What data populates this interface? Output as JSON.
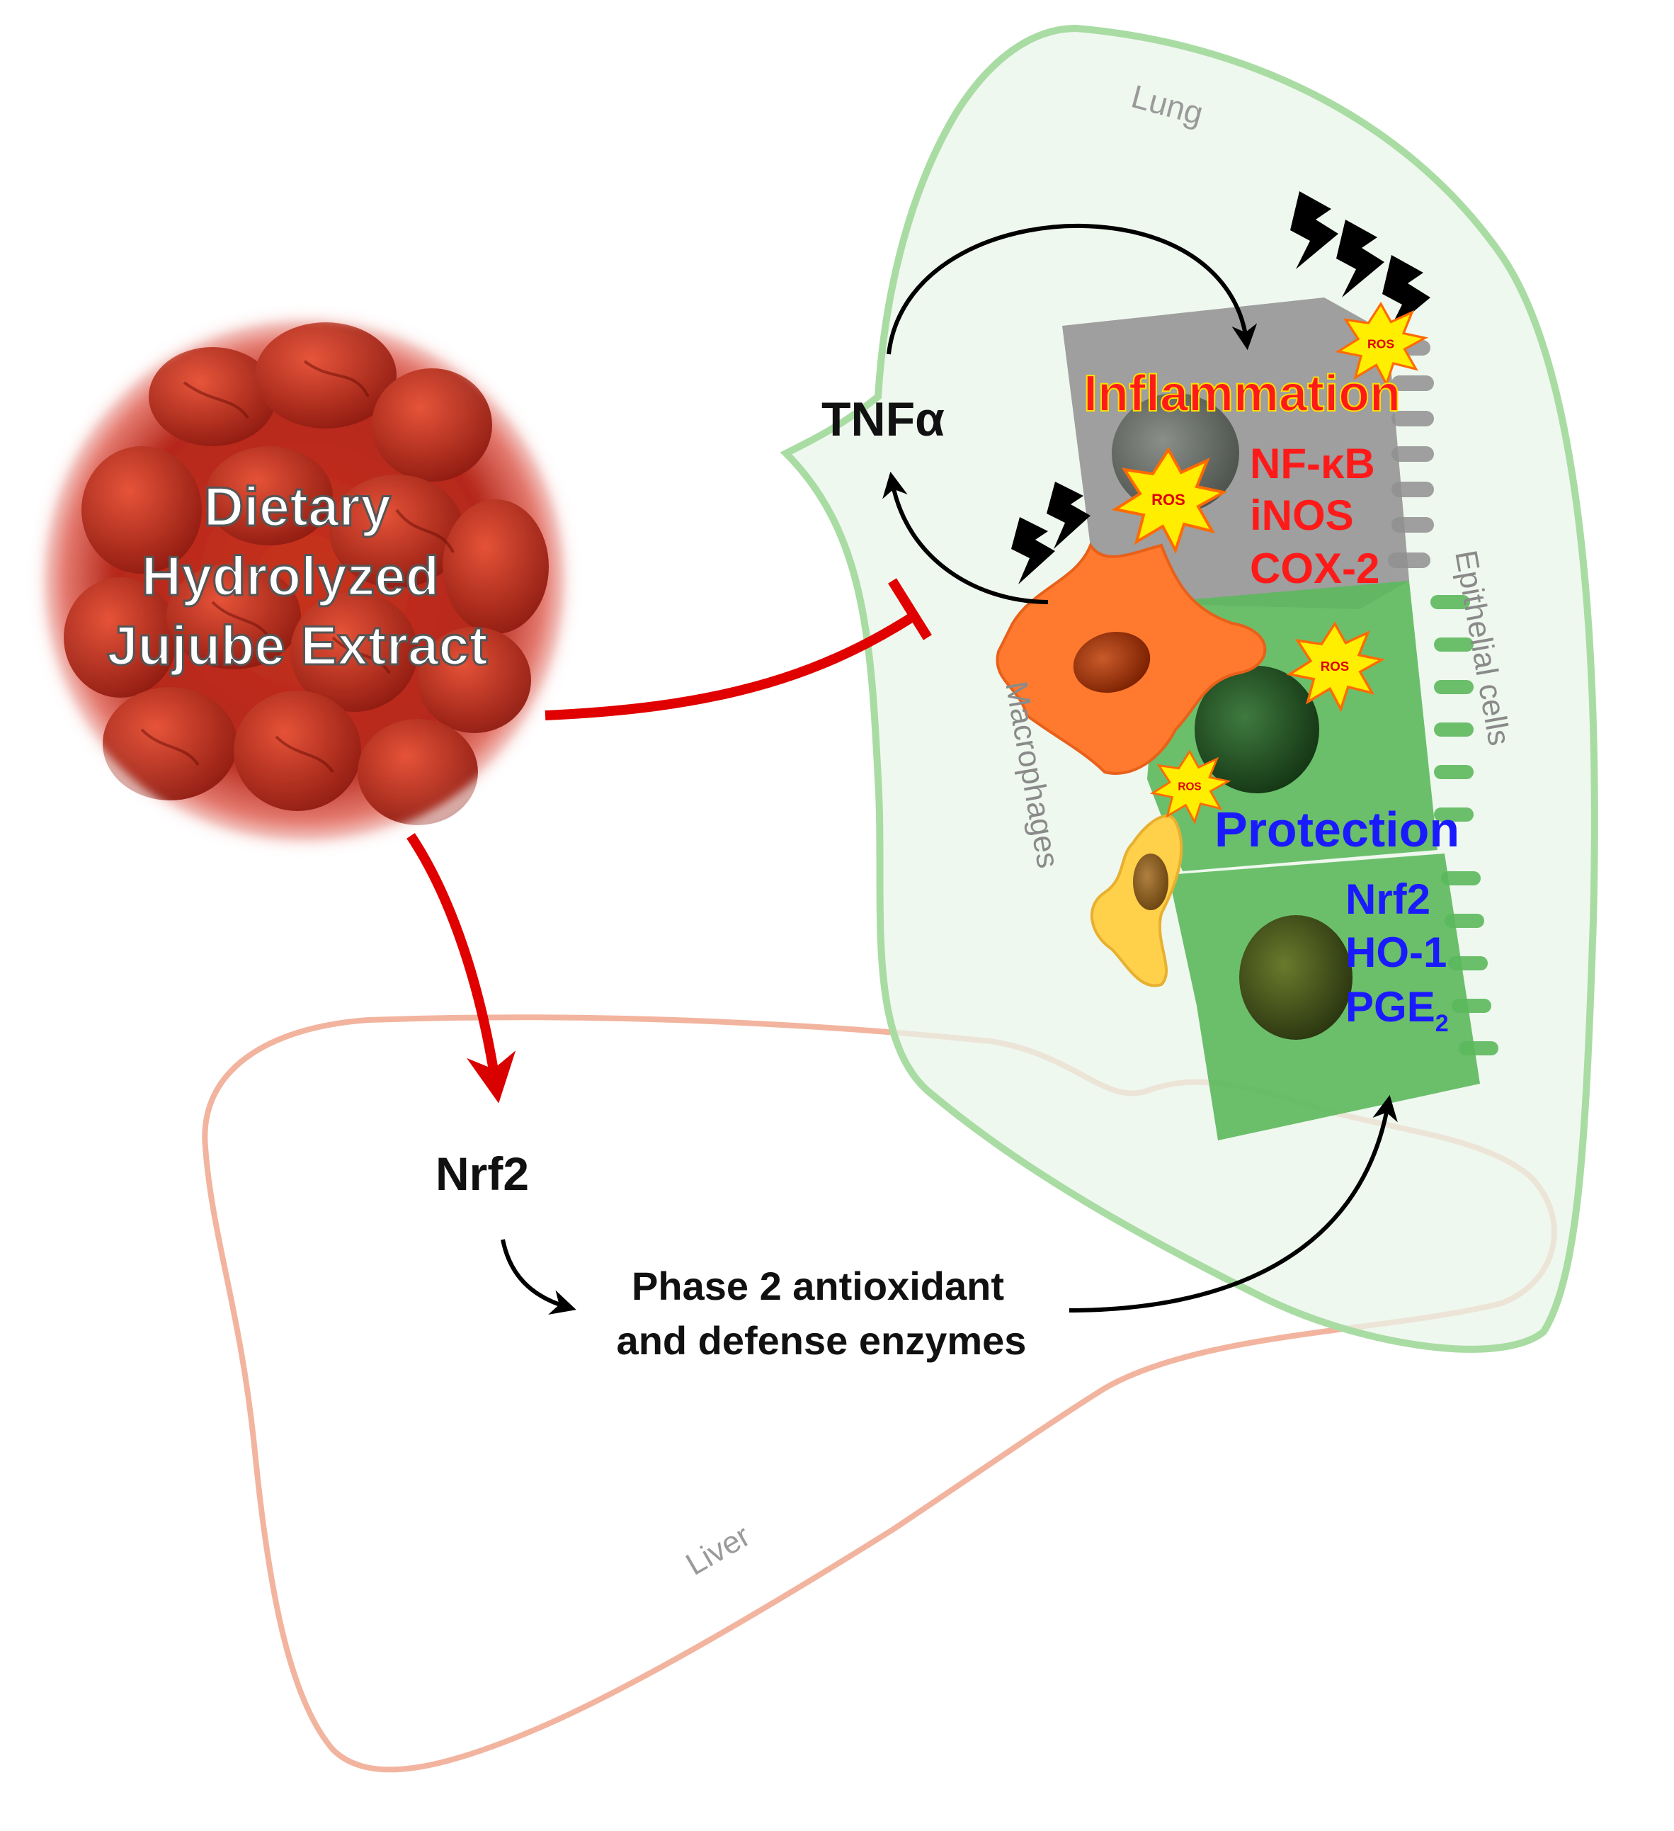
{
  "extract": {
    "line1": "Dietary",
    "line2": "Hydrolyzed",
    "line3": "Jujube Extract"
  },
  "organs": {
    "lung": "Lung",
    "liver": "Liver"
  },
  "cells": {
    "macrophages": "Macrophages",
    "epithelial": "Epithelial cells"
  },
  "signals": {
    "tnf": "TNFα",
    "nrf2_liver": "Nrf2",
    "phase2_line1": "Phase 2 antioxidant",
    "phase2_line2": "and defense enzymes"
  },
  "inflammation": {
    "title": "Inflammation",
    "markers": [
      "NF-κB",
      "iNOS",
      "COX-2"
    ]
  },
  "protection": {
    "title": "Protection",
    "markers": [
      "Nrf2",
      "HO-1",
      "PGE"
    ],
    "pge_subscript": "2"
  },
  "ros_label": "ROS",
  "colors": {
    "lung_outline": "#a9dca3",
    "lung_fill": "#eaf5ea",
    "liver_outline": "#f2b49e",
    "inflammation": "#ff1a1a",
    "protection": "#1a1aff",
    "inhibition_arrow": "#e00000",
    "macrophage": "#ff7a2e",
    "epithelial_gray": "#8f8f8f",
    "epithelial_green": "#5cb85c",
    "ros_fill": "#ffee00"
  }
}
